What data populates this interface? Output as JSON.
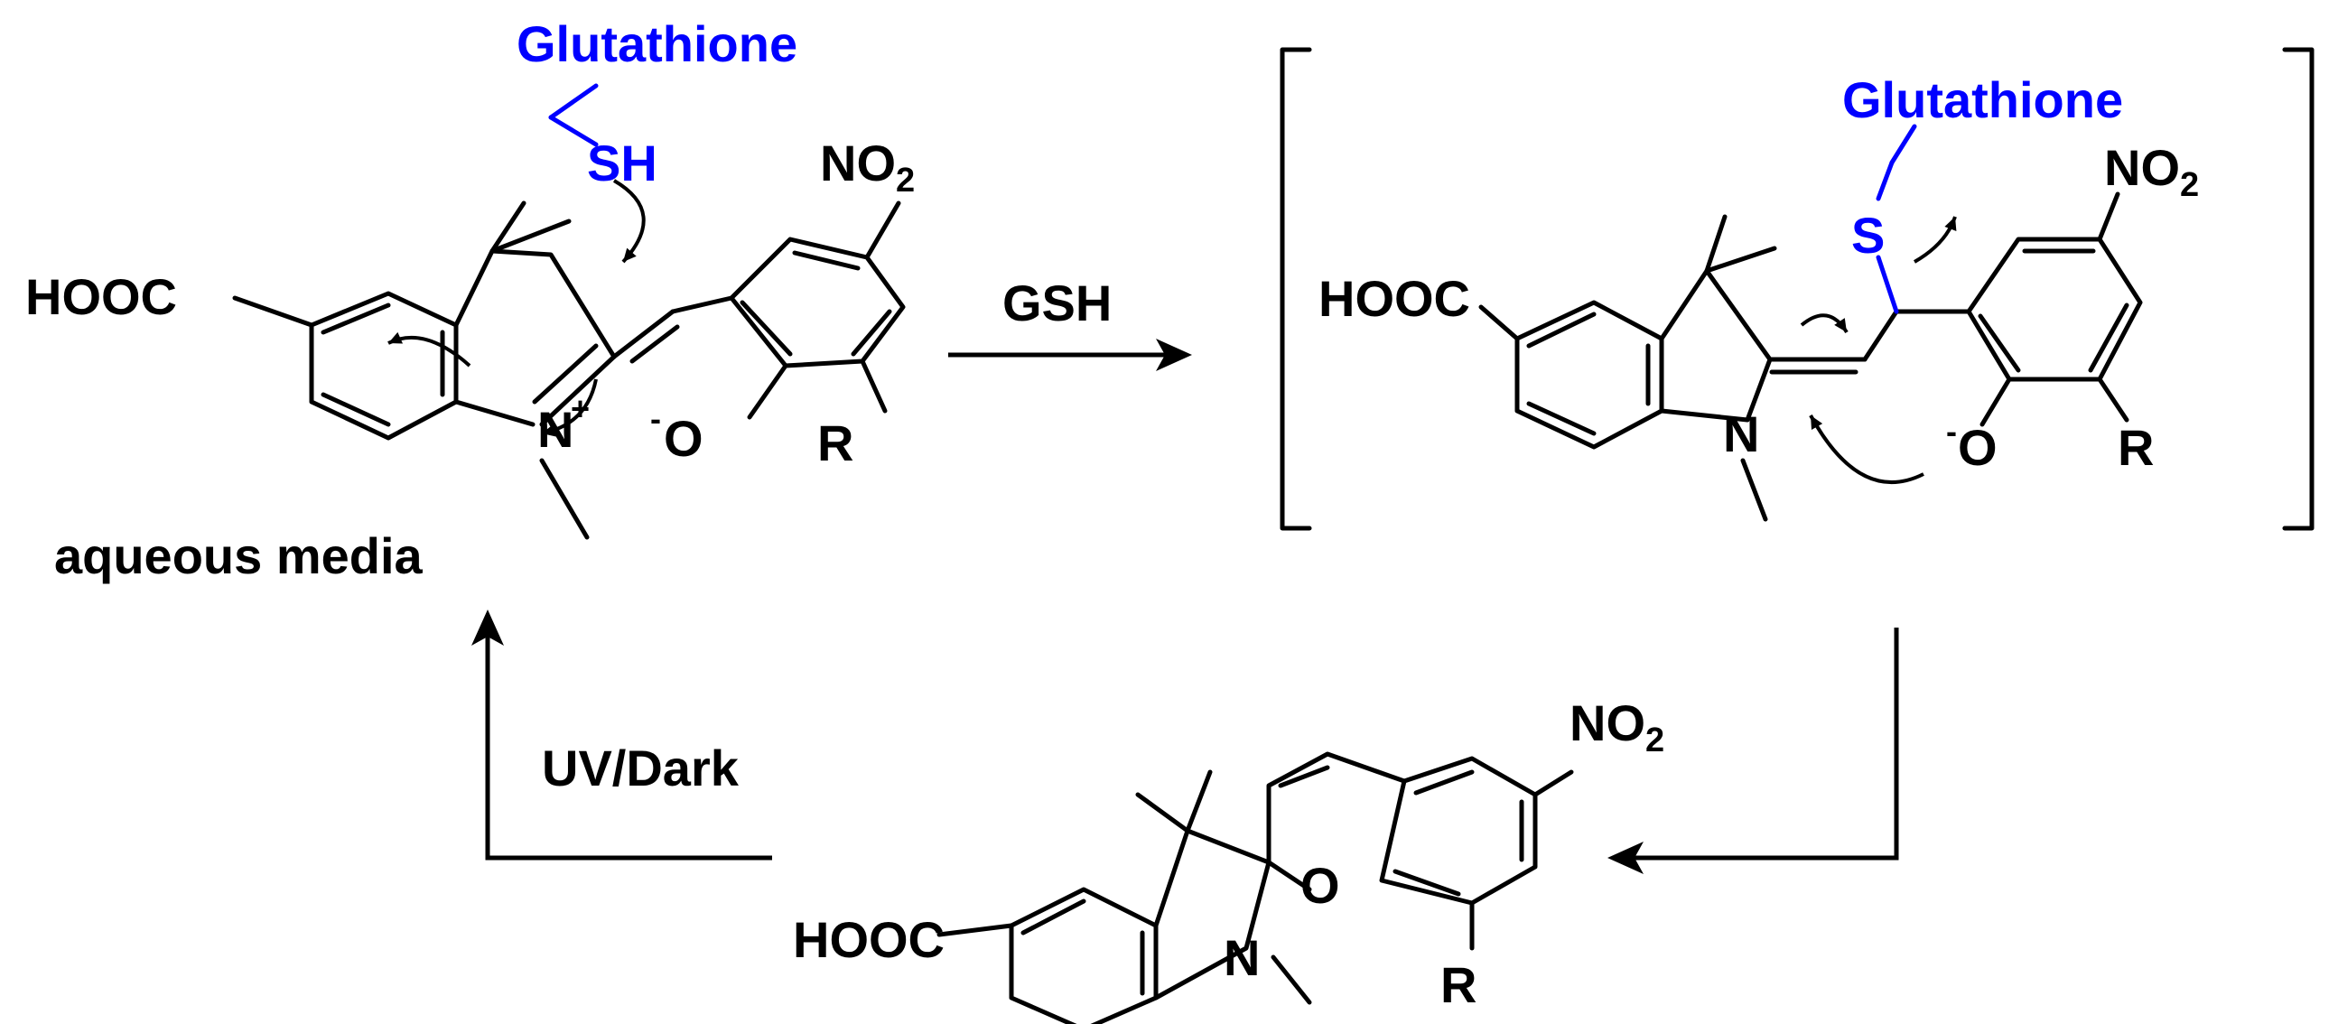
{
  "colors": {
    "structure": "#000000",
    "glutathione": "#0000ff",
    "background": "#ffffff"
  },
  "structures": {
    "open_form": {
      "cooh_label": "HOOC",
      "n_label": "N",
      "n_charge": "+",
      "phenolate_charge": "-",
      "phenolate_o": "O",
      "r_label": "R",
      "no2_main": "NO",
      "no2_sub": "2",
      "glutathione_label": "Glutathione",
      "thiol_label": "SH",
      "condition_label": "aqueous media"
    },
    "intermediate": {
      "cooh_label": "HOOC",
      "n_label": "N",
      "phenolate_charge": "-",
      "phenolate_o": "O",
      "r_label": "R",
      "no2_main": "NO",
      "no2_sub": "2",
      "glutathione_label": "Glutathione",
      "s_label": "S"
    },
    "spiro_form": {
      "cooh_label": "HOOC",
      "n_label": "N",
      "o_label": "O",
      "r_label": "R",
      "no2_main": "NO",
      "no2_sub": "2"
    }
  },
  "arrows": {
    "gsh": {
      "label": "GSH"
    },
    "cyclization": {
      "label": ""
    },
    "reversion": {
      "label": "UV/Dark"
    }
  }
}
